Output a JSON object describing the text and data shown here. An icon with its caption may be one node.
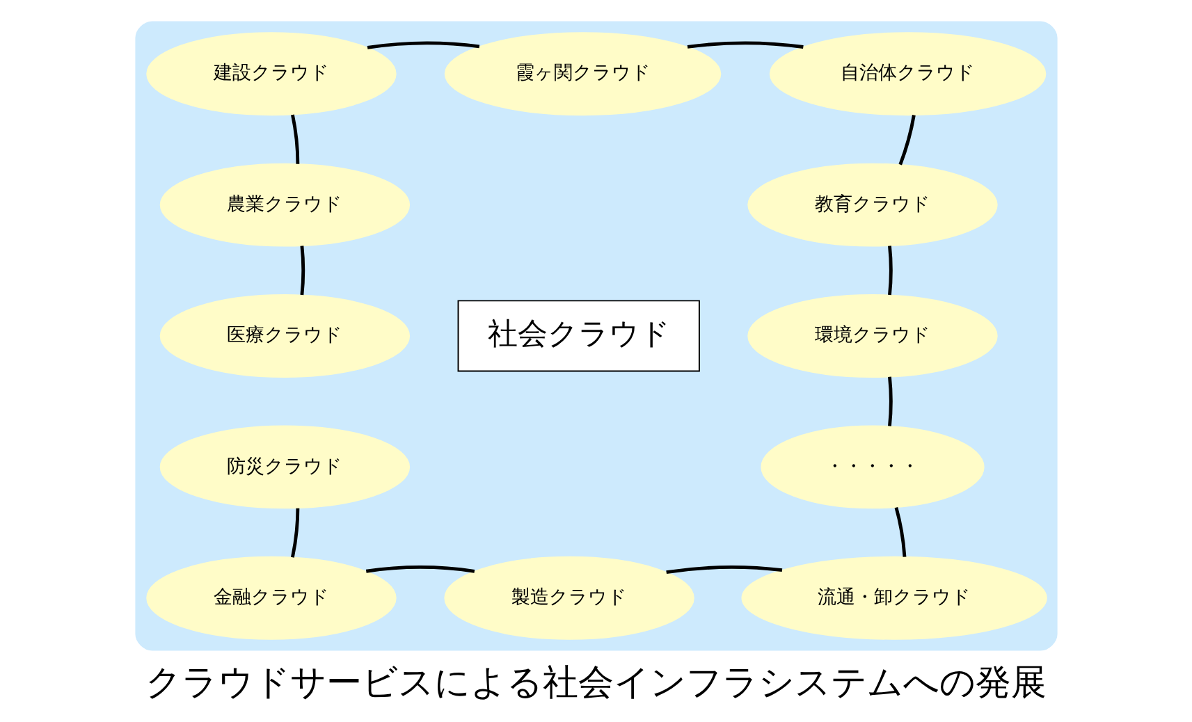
{
  "diagram": {
    "caption": "クラウドサービスによる社会インフラシステムへの発展",
    "nodes": [
      {
        "text": [],
        "shape": "cloud"
      },
      {
        "text": [
          "霞ヶ関クラウド"
        ],
        "in": 0
      },
      {
        "text": [
          "自治体クラウド"
        ],
        "in": 0
      },
      {
        "text": [
          "建設クラウド"
        ],
        "in": 0
      },
      {
        "text": [
          "教育クラウド"
        ],
        "in": 0
      },
      {
        "text": [
          "農業クラウド"
        ],
        "in": 0
      },
      {
        "text": [
          "社会クラウド"
        ],
        "in": 0
      },
      {
        "text": [
          "環境クラウド"
        ],
        "in": 0
      },
      {
        "text": [
          "医療クラウド"
        ],
        "in": 0
      },
      {
        "text": [
          "・・・・・"
        ],
        "in": 0
      },
      {
        "text": [
          "防災クラウド"
        ],
        "in": 0
      },
      {
        "text": [
          "流通・卸クラウド"
        ],
        "in": 0
      },
      {
        "text": [
          "金融クラウド"
        ],
        "in": 0
      },
      {
        "text": [
          "製造クラウド"
        ],
        "in": 0
      }
    ],
    "edges": [
      {
        "from": 3,
        "to": 1,
        "arrow": "none"
      },
      {
        "from": 1,
        "to": 2,
        "arrow": "none"
      },
      {
        "from": 2,
        "to": 4,
        "arrow": "none"
      },
      {
        "from": 4,
        "to": 7,
        "arrow": "none"
      },
      {
        "from": 7,
        "to": 9,
        "arrow": "none"
      },
      {
        "from": 9,
        "to": 11,
        "arrow": "none"
      },
      {
        "from": 11,
        "to": 13,
        "arrow": "none"
      },
      {
        "from": 13,
        "to": 12,
        "arrow": "none"
      },
      {
        "from": 12,
        "to": 10,
        "arrow": "none"
      },
      {
        "from": 8,
        "to": 5,
        "arrow": "none"
      },
      {
        "from": 5,
        "to": 3,
        "arrow": "none"
      }
    ]
  }
}
